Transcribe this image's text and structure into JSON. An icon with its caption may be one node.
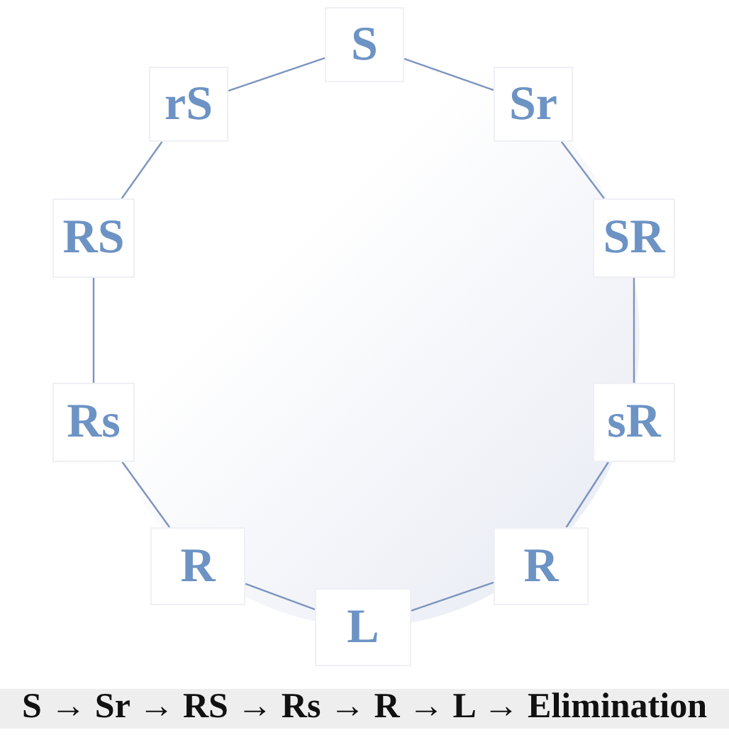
{
  "diagram": {
    "caption": "S → Sr → RS → Rs → R → L → Elimination",
    "nodes": [
      {
        "text": [
          "S"
        ]
      },
      {
        "text": [
          "rS"
        ]
      },
      {
        "text": [
          "Sr"
        ]
      },
      {
        "text": [
          "RS"
        ]
      },
      {
        "text": [
          "SR"
        ]
      },
      {
        "text": [
          "Rs"
        ]
      },
      {
        "text": [
          "sR"
        ]
      },
      {
        "text": [
          "R"
        ]
      },
      {
        "text": [
          "R"
        ]
      },
      {
        "text": [
          "L"
        ]
      }
    ],
    "edges": [
      {
        "from": 0,
        "to": 2,
        "arrow": "none"
      },
      {
        "from": 2,
        "to": 4,
        "arrow": "none"
      },
      {
        "from": 4,
        "to": 6,
        "arrow": "none"
      },
      {
        "from": 6,
        "to": 8,
        "arrow": "none"
      },
      {
        "from": 8,
        "to": 9,
        "arrow": "none"
      },
      {
        "from": 9,
        "to": 7,
        "arrow": "none"
      },
      {
        "from": 7,
        "to": 5,
        "arrow": "none"
      },
      {
        "from": 5,
        "to": 3,
        "arrow": "none"
      },
      {
        "from": 3,
        "to": 1,
        "arrow": "none"
      },
      {
        "from": 1,
        "to": 0,
        "arrow": "none"
      }
    ]
  }
}
